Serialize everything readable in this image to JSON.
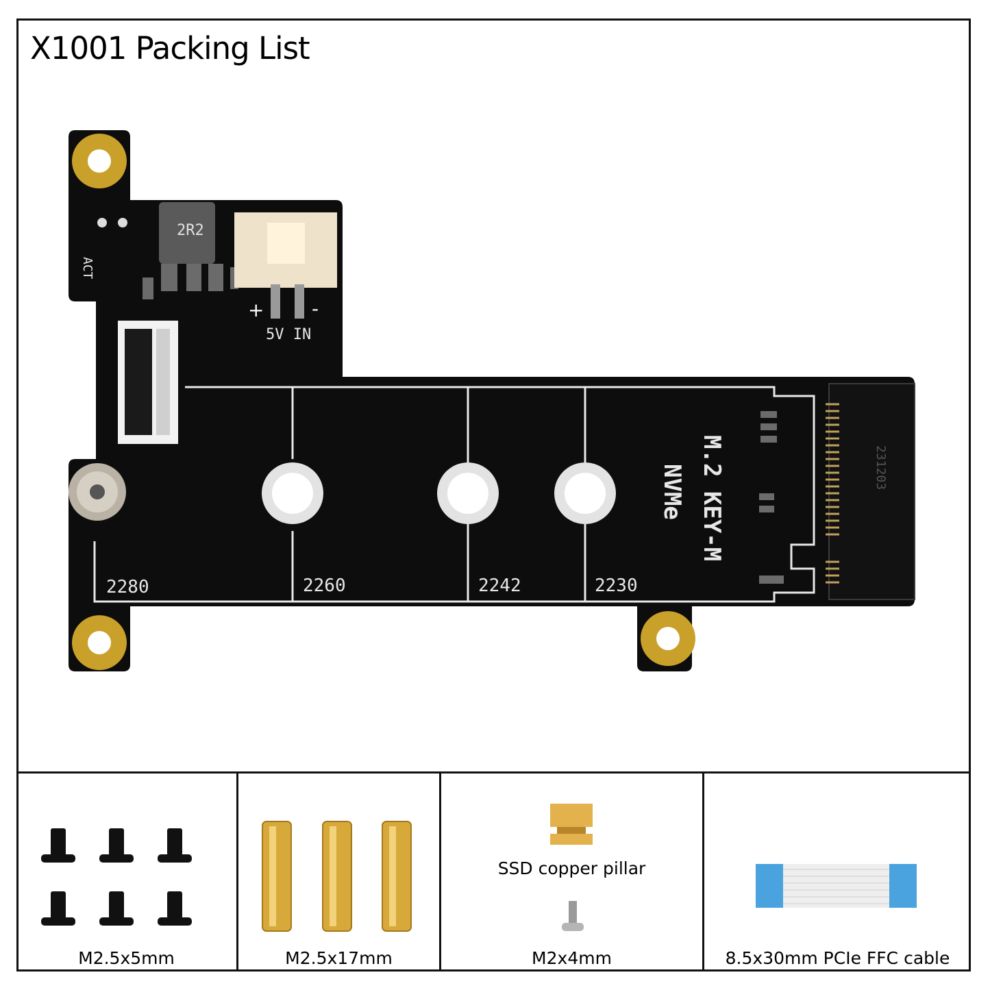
{
  "title": "X1001 Packing List",
  "board": {
    "inductor_label": "2R2",
    "act_label": "ACT",
    "power_label": "5V IN",
    "plus": "+",
    "minus": "-",
    "keying_label_line1": "M.2 KEY-M",
    "keying_label_line2": "NVMe",
    "connector_code": "231203",
    "sizes": [
      "2280",
      "2260",
      "2242",
      "2230"
    ]
  },
  "accessories": [
    {
      "label": "M2.5x5mm"
    },
    {
      "label": "M2.5x17mm"
    },
    {
      "label": "SSD copper pillar",
      "label2": "M2x4mm"
    },
    {
      "label": "8.5x30mm PCIe FFC cable"
    }
  ],
  "colors": {
    "pcb": "#0d0d0d",
    "silk": "#e8e8e8",
    "gold": "#d8a82a",
    "brass": "#e0b64a",
    "cable_blue": "#4aa3df"
  }
}
